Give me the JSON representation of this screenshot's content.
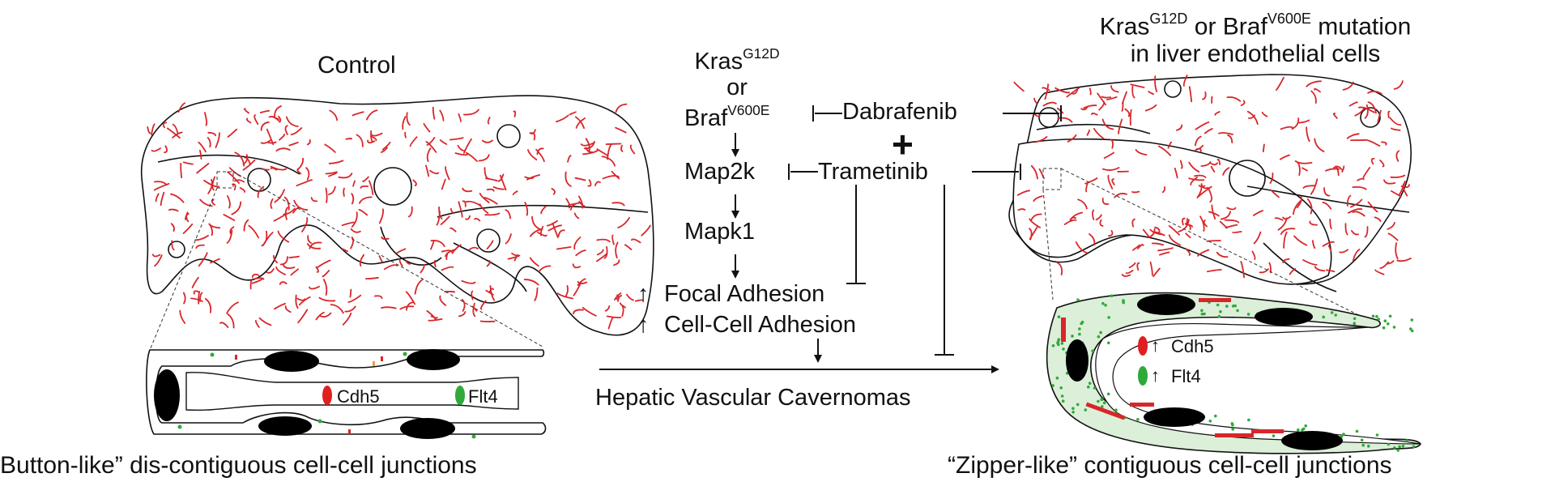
{
  "left_panel": {
    "title": "Control",
    "caption": "Button-like” dis-contiguous cell-cell junctions",
    "legend": [
      {
        "label": "Cdh5",
        "color": "#e02020"
      },
      {
        "label": "Flt4",
        "color": "#2faa3a"
      }
    ]
  },
  "right_panel": {
    "title": {
      "kras": "Kras",
      "kras_sup": "G12D",
      "or": " or ",
      "braf": "Braf",
      "braf_sup": "V600E",
      "line1_tail": " mutation",
      "line2": "in liver endothelial cells"
    },
    "caption": "“Zipper-like” contiguous cell-cell junctions",
    "legend": [
      {
        "label": "Cdh5",
        "arrow": "↑",
        "color": "#e02020"
      },
      {
        "label": "Flt4",
        "arrow": "↑",
        "color": "#2faa3a"
      }
    ]
  },
  "pathway": {
    "kras": "Kras",
    "kras_sup": "G12D",
    "or": "or",
    "braf": "Braf",
    "braf_sup": "V600E",
    "map2k": "Map2k",
    "mapk1": "Mapk1",
    "focal_adhesion": "Focal Adhesion",
    "cell_adhesion": "Cell-Cell Adhesion",
    "up_arrow": "↑",
    "outcome": "Hepatic Vascular Cavernomas"
  },
  "drugs": {
    "dabrafenib": "Dabrafenib",
    "plus": "+",
    "trametinib": "Trametinib"
  },
  "colors": {
    "vessel_red": "#d8262a",
    "junction_green": "#2faa3a",
    "nucleus": "#000000",
    "outline": "#111111"
  }
}
